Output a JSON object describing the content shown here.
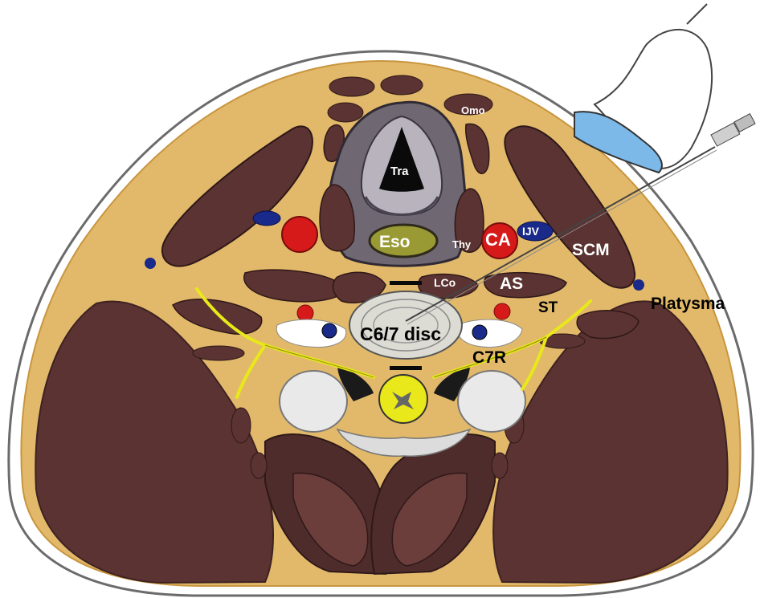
{
  "labels": {
    "omo": "Omo",
    "tra": "Tra",
    "eso": "Eso",
    "thy": "Thy",
    "ca": "CA",
    "ijv": "IJV",
    "scm": "SCM",
    "lco": "LCo",
    "as": "AS",
    "st": "ST",
    "platysma": "Platysma",
    "disc": "C6/7 disc",
    "c7r": "C7R"
  },
  "colors": {
    "fat": "#e2b96a",
    "fat_dark": "#c8953e",
    "muscle": "#5a3332",
    "muscle_dark": "#3e2222",
    "artery": "#d61a1a",
    "vein": "#1a2a8a",
    "nerve": "#e8e81a",
    "cartilage": "#6f6772",
    "skin_line": "#6b6b6b",
    "probe_gel": "#7cb9e8"
  },
  "icons": {
    "probe": "ultrasound-probe-icon",
    "needle": "needle-icon"
  }
}
